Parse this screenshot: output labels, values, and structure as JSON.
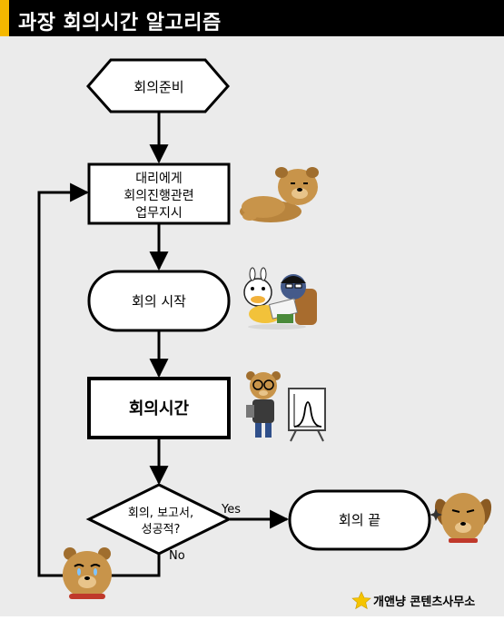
{
  "header": {
    "title": "과장 회의시간 알고리즘",
    "accent_color": "#f5b800"
  },
  "flow": {
    "prep": "회의준비",
    "instruct_line1": "대리에게",
    "instruct_line2": "회의진행관련",
    "instruct_line3": "업무지시",
    "start": "회의 시작",
    "meeting": "회의시간",
    "decision_line1": "회의, 보고서,",
    "decision_line2": "성공적?",
    "yes": "Yes",
    "no": "No",
    "end": "회의 끝"
  },
  "icons": {
    "lying_bear": "lying-bear-character-icon",
    "busy_characters": "busy-office-characters-icon",
    "presenting_bear": "presenting-bear-icon",
    "crying_bear": "crying-bear-icon",
    "smug_dog": "smug-dog-icon",
    "credit_star": "star-icon"
  },
  "footer": {
    "credit": "개앤냥 콘텐츠사무소"
  }
}
